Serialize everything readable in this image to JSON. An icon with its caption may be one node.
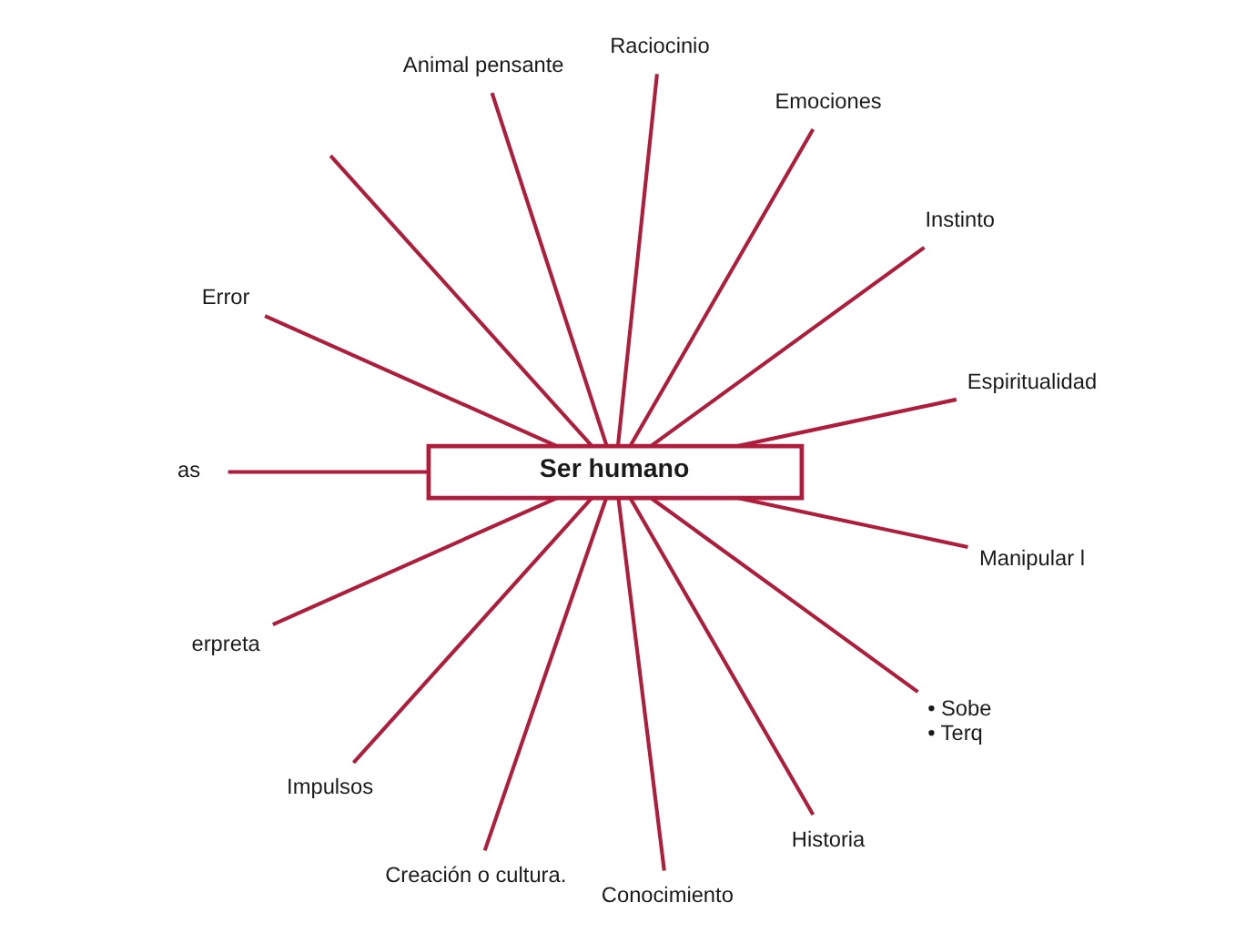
{
  "diagram": {
    "nodes": [
      {
        "text": [
          "Ser humano"
        ]
      },
      {
        "text": [
          "Espiritualidad"
        ]
      },
      {
        "text": [
          "Instinto"
        ]
      },
      {
        "text": [
          "Emociones"
        ]
      },
      {
        "text": [
          "Raciocinio"
        ]
      },
      {
        "text": [
          "Animal pensante"
        ]
      },
      {
        "text": [
          "Error"
        ]
      },
      {
        "text": [
          "as"
        ]
      },
      {
        "text": [
          "erpreta"
        ]
      },
      {
        "text": [
          "Impulsos"
        ]
      },
      {
        "text": [
          "Creación o cultura."
        ]
      },
      {
        "text": [
          "Conocimiento"
        ]
      },
      {
        "text": [
          "Historia"
        ]
      },
      {
        "text": [
          "• Sobe",
          "• Terq"
        ]
      },
      {
        "text": [
          "Manipular l"
        ]
      }
    ],
    "edges": [
      {
        "from": 0,
        "to": 1,
        "arrow": "none"
      },
      {
        "from": 0,
        "to": 2,
        "arrow": "none"
      },
      {
        "from": 0,
        "to": 3,
        "arrow": "none"
      },
      {
        "from": 0,
        "to": 4,
        "arrow": "none"
      },
      {
        "from": 0,
        "to": 5,
        "arrow": "none"
      },
      {
        "from": 0,
        "to": null,
        "arrow": "none"
      },
      {
        "from": 0,
        "to": 6,
        "arrow": "none"
      },
      {
        "from": 0,
        "to": 7,
        "arrow": "none"
      },
      {
        "from": 0,
        "to": 8,
        "arrow": "none"
      },
      {
        "from": 0,
        "to": 9,
        "arrow": "none"
      },
      {
        "from": 0,
        "to": 10,
        "arrow": "none"
      },
      {
        "from": 0,
        "to": 11,
        "arrow": "none"
      },
      {
        "from": 0,
        "to": 12,
        "arrow": "none"
      },
      {
        "from": 0,
        "to": 13,
        "arrow": "none"
      },
      {
        "from": 0,
        "to": 14,
        "arrow": "none"
      }
    ]
  }
}
